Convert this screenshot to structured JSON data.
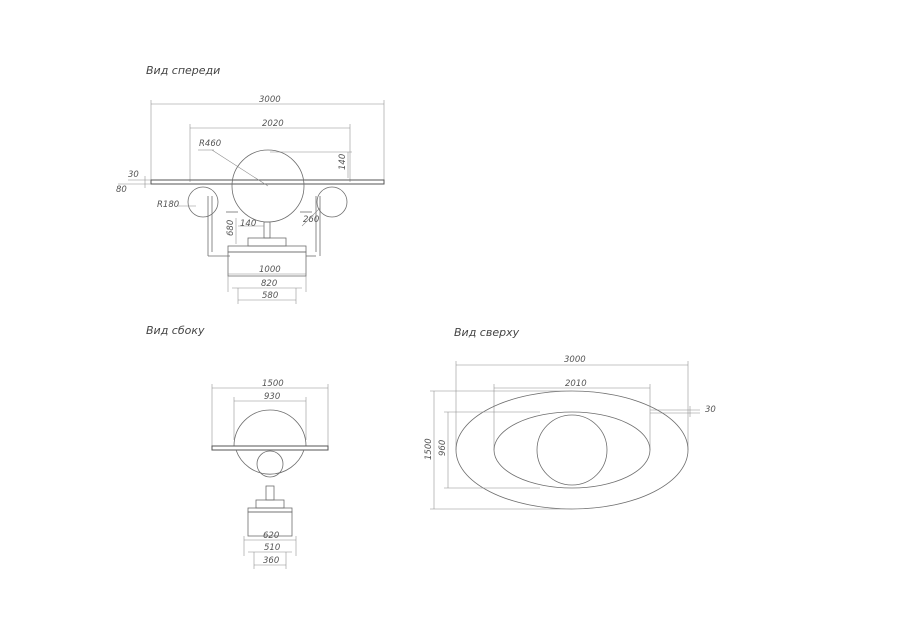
{
  "views": {
    "front": {
      "title": "Вид спереди",
      "dims": {
        "overall_width": "3000",
        "inner_width": "2020",
        "radius_big": "R460",
        "height_140": "140",
        "plate_30": "30",
        "plate_80": "80",
        "radius_small": "R180",
        "stem_140": "140",
        "leg_680": "680",
        "side_260": "260",
        "base_1000": "1000",
        "base_820": "820",
        "base_580": "580"
      }
    },
    "side": {
      "title": "Вид сбоку",
      "dims": {
        "width_1500": "1500",
        "width_930": "930",
        "base_620": "620",
        "base_510": "510",
        "base_360": "360"
      }
    },
    "top": {
      "title": "Вид сверху",
      "dims": {
        "length_3000": "3000",
        "length_2010": "2010",
        "thick_30": "30",
        "width_1500": "1500",
        "width_960": "960"
      }
    }
  }
}
